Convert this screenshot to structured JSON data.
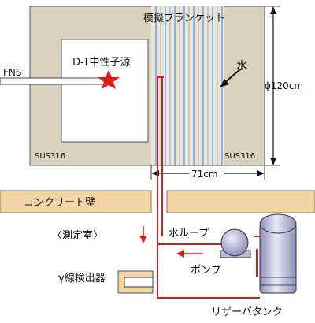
{
  "labels": {
    "blanket": "模擬ブランケット",
    "water": "水",
    "fns": "FNS",
    "source": "D-T中性子源",
    "sus_left": "SUS316",
    "sus_right": "SUS316",
    "diameter": "ϕ120cm",
    "width": "71cm",
    "wall": "コンクリート壁",
    "room": "〈測定室〉",
    "water_loop": "水ループ",
    "pump": "ポンプ",
    "detector": "γ線検出器",
    "reservoir": "リザーバタンク"
  },
  "colors": {
    "steel": "#d7d1bd",
    "wall": "#f2d5a3",
    "water_line": "#6f9ff2",
    "pipe": "#d21f1f",
    "equipment": "#b9b9d9",
    "source_star": "#e0191d"
  }
}
